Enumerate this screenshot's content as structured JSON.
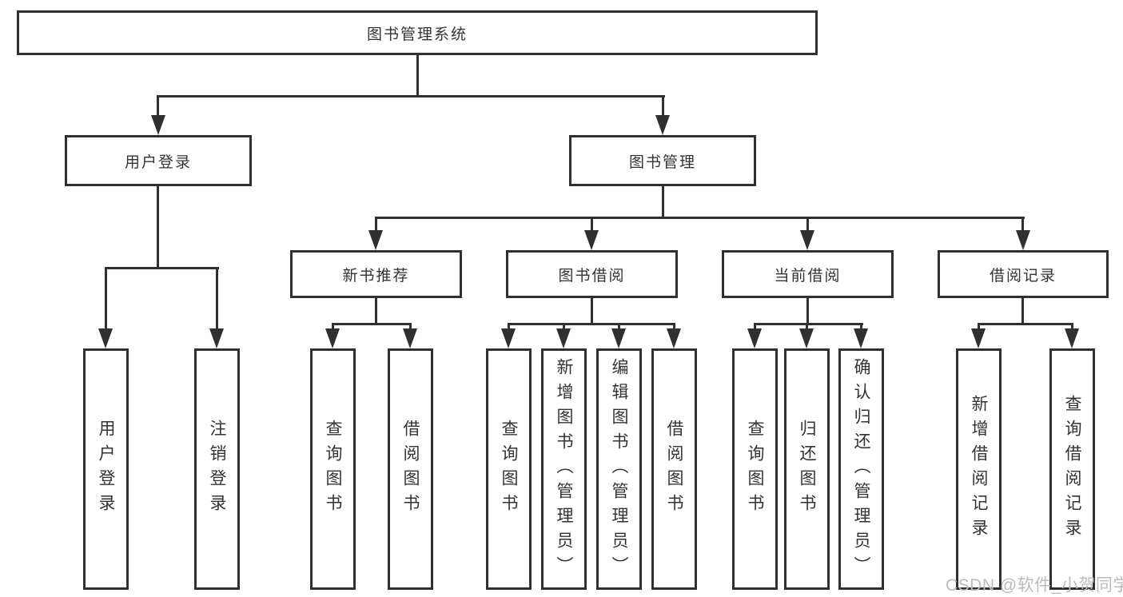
{
  "diagram": {
    "root": {
      "label": "图书管理系统"
    },
    "level1": [
      {
        "label": "用户登录"
      },
      {
        "label": "图书管理"
      }
    ],
    "level2": [
      {
        "label": "新书推荐"
      },
      {
        "label": "图书借阅"
      },
      {
        "label": "当前借阅"
      },
      {
        "label": "借阅记录"
      }
    ],
    "leaves": {
      "user_login": [
        {
          "label": "用户登录"
        },
        {
          "label": "注销登录"
        }
      ],
      "new_book": [
        {
          "label": "查询图书"
        },
        {
          "label": "借阅图书"
        }
      ],
      "book_borrow": [
        {
          "label": "查询图书"
        },
        {
          "label": "新增图书（管理员）"
        },
        {
          "label": "编辑图书（管理员）"
        },
        {
          "label": "借阅图书"
        }
      ],
      "current_borrow": [
        {
          "label": "查询图书"
        },
        {
          "label": "归还图书"
        },
        {
          "label": "确认归还（管理员）"
        }
      ],
      "borrow_records": [
        {
          "label": "新增借阅记录"
        },
        {
          "label": "查询借阅记录"
        }
      ]
    }
  },
  "watermark": {
    "text": "CSDN @软件_小贺同学",
    "color": "#bcbcbc"
  },
  "colors": {
    "line": "#303030",
    "text": "#333333",
    "background": "#ffffff"
  }
}
